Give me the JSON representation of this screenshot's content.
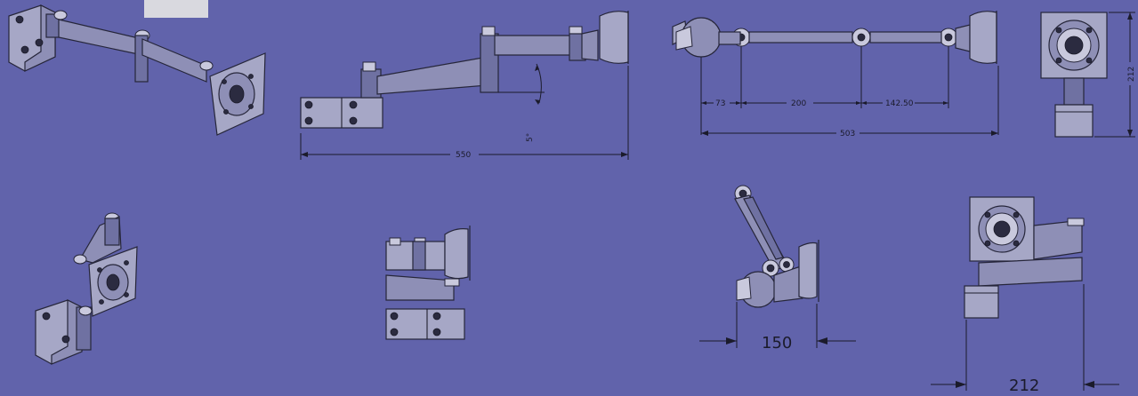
{
  "colors": {
    "background": "#6163ab",
    "part_fill": "#8e8fb6",
    "line": "#1f1f2e",
    "swatch": "#d9d9df"
  },
  "dimensions": {
    "side_total": "550",
    "side_angle": "5°",
    "top_seg1": "73",
    "top_seg2": "200",
    "top_seg3": "142.50",
    "top_total": "503",
    "front_height": "212",
    "folded_depth": "150",
    "folded_width": "212"
  }
}
